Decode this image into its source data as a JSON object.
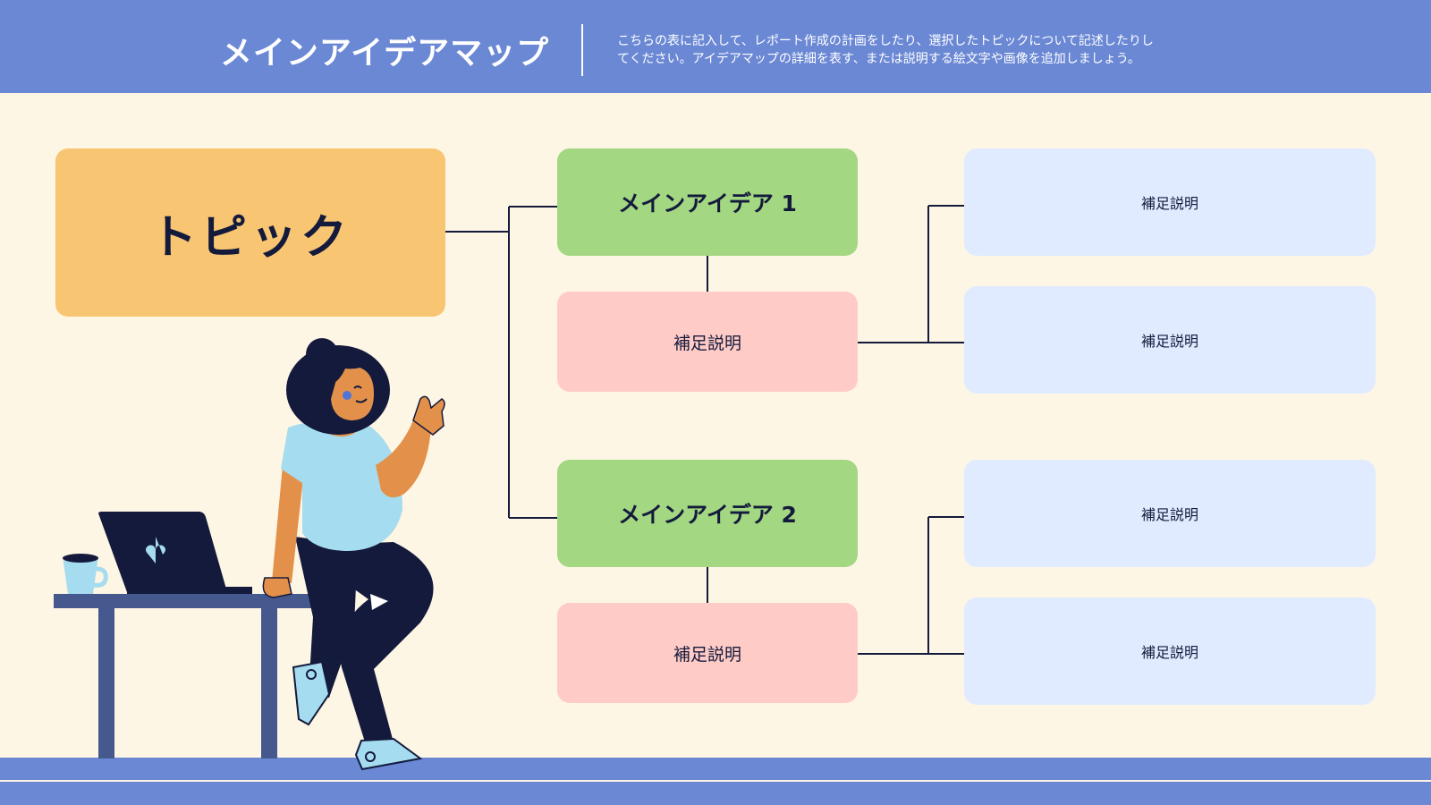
{
  "header": {
    "title": "メインアイデアマップ",
    "description_line1": "こちらの表に記入して、レポート作成の計画をしたり、選択したトピックについて記述したりし",
    "description_line2": "てください。アイデアマップの詳細を表す、または説明する絵文字や画像を追加しましょう。"
  },
  "topic": {
    "label": "トピック"
  },
  "main_ideas": [
    {
      "label": "メインアイデア 1",
      "support": "補足説明",
      "notes": [
        "補足説明",
        "補足説明"
      ]
    },
    {
      "label": "メインアイデア 2",
      "support": "補足説明",
      "notes": [
        "補足説明",
        "補足説明"
      ]
    }
  ],
  "colors": {
    "header": "#6b88d5",
    "background": "#fef6e4",
    "topic": "#f8c573",
    "main_idea": "#a3d782",
    "support": "#ffcbc6",
    "note": "#e0ebff",
    "line": "#141a3c"
  }
}
